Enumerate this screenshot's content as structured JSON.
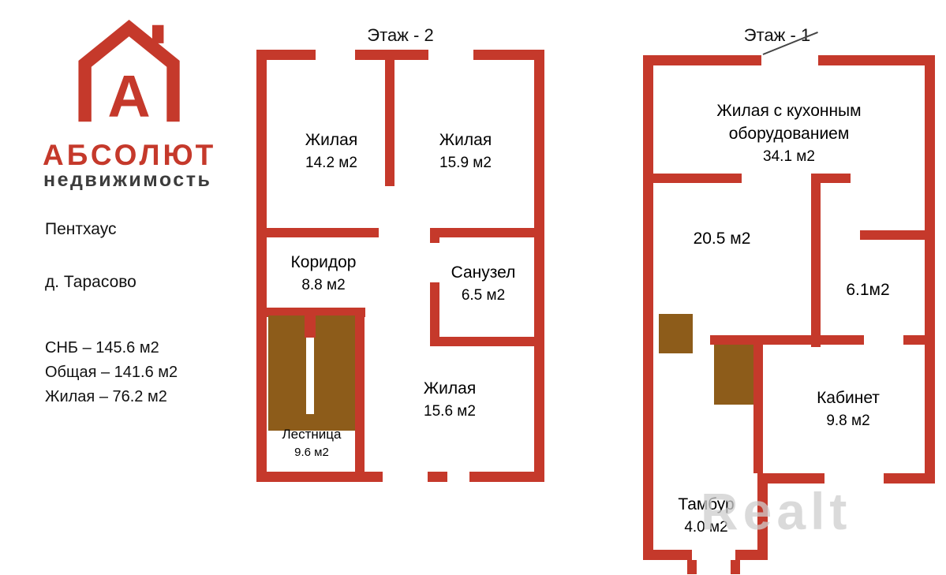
{
  "colors": {
    "wall": "#c5392b",
    "stairs": "#8d5c1a",
    "brand_dark": "#3c3c3c"
  },
  "branding": {
    "logo_letter": "А",
    "line1": "АБСОЛЮТ",
    "line2": "недвижимость"
  },
  "listing": {
    "type": "Пентхаус",
    "location": "д. Тарасово",
    "stats": [
      "СНБ – 145.6 м2",
      "Общая – 141.6 м2",
      "Жилая – 76.2 м2"
    ]
  },
  "floor2": {
    "title": "Этаж - 2",
    "rooms": {
      "living1": {
        "name": "Жилая",
        "area": "14.2 м2"
      },
      "living2": {
        "name": "Жилая",
        "area": "15.9 м2"
      },
      "corridor": {
        "name": "Коридор",
        "area": "8.8 м2"
      },
      "bathroom": {
        "name": "Санузел",
        "area": "6.5 м2"
      },
      "living3": {
        "name": "Жилая",
        "area": "15.6 м2"
      },
      "stairs": {
        "name": "Лестница",
        "area": "9.6 м2"
      }
    }
  },
  "floor1": {
    "title": "Этаж - 1",
    "rooms": {
      "kitchen_living": {
        "name": "Жилая с кухонным оборудованием",
        "area": "34.1 м2"
      },
      "hall": {
        "area": "20.5 м2"
      },
      "small_room": {
        "area": "6.1м2"
      },
      "cabinet": {
        "name": "Кабинет",
        "area": "9.8 м2"
      },
      "tambour": {
        "name": "Тамбур",
        "area": "4.0 м2"
      }
    }
  },
  "watermark": "Realt"
}
